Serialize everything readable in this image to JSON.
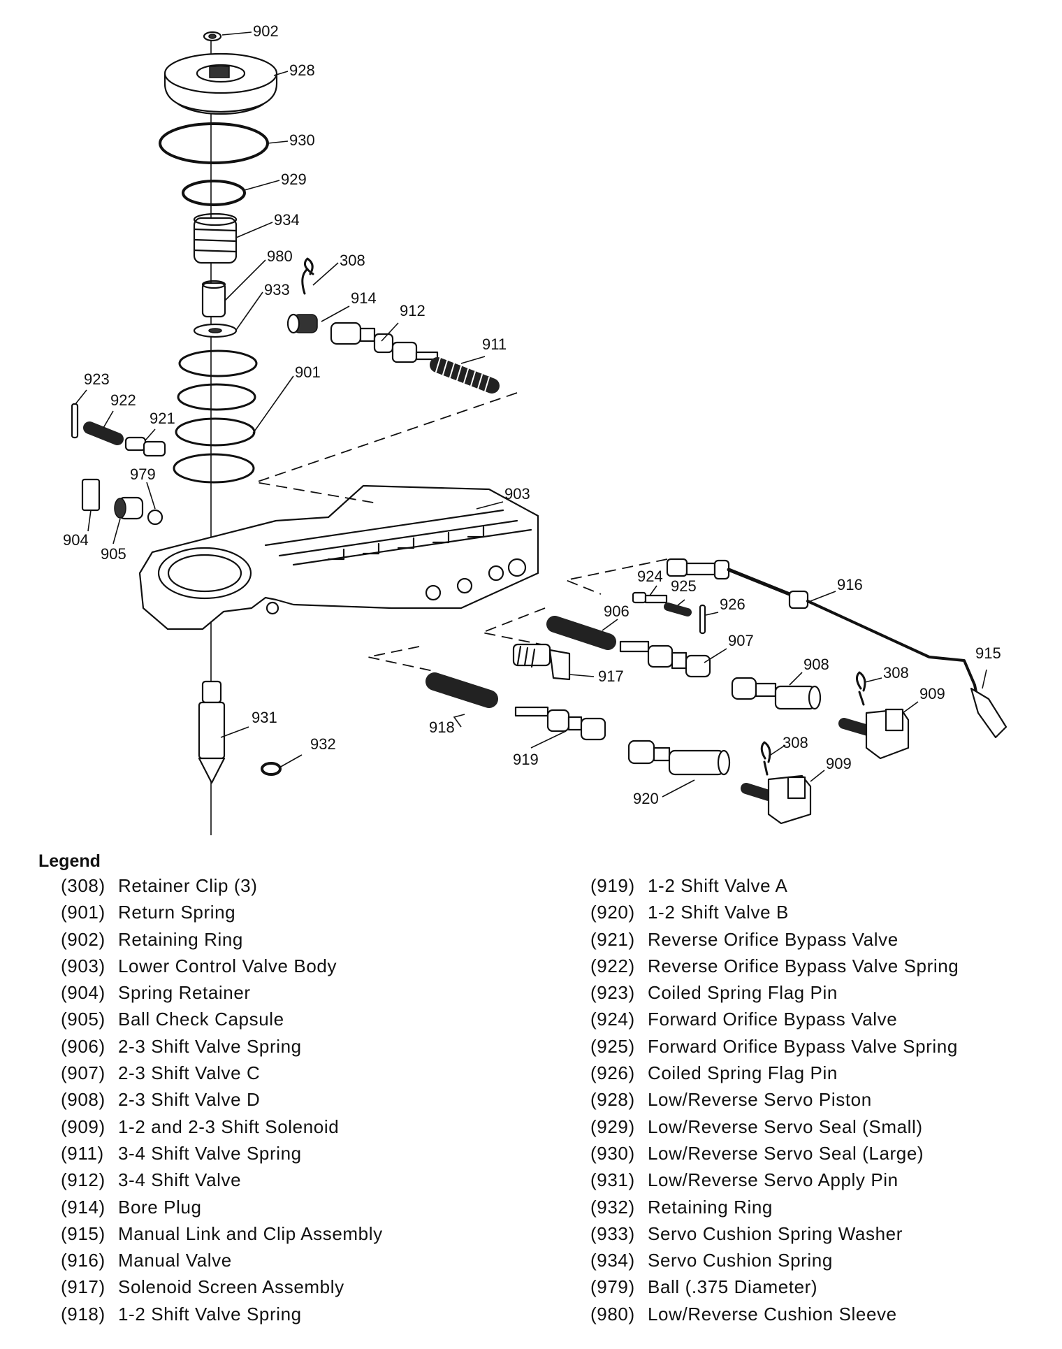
{
  "callouts": [
    "902",
    "928",
    "930",
    "929",
    "934",
    "980",
    "933",
    "901",
    "308",
    "914",
    "912",
    "911",
    "923",
    "922",
    "921",
    "979",
    "903",
    "904",
    "905",
    "924",
    "925",
    "926",
    "916",
    "906",
    "907",
    "917",
    "908",
    "308",
    "909",
    "915",
    "931",
    "932",
    "918",
    "919",
    "308",
    "909",
    "920"
  ],
  "legend": {
    "title": "Legend",
    "left": [
      {
        "num": "(308)",
        "name": "Retainer Clip (3)"
      },
      {
        "num": "(901)",
        "name": "Return Spring"
      },
      {
        "num": "(902)",
        "name": "Retaining Ring"
      },
      {
        "num": "(903)",
        "name": "Lower Control Valve Body"
      },
      {
        "num": "(904)",
        "name": "Spring Retainer"
      },
      {
        "num": "(905)",
        "name": "Ball Check Capsule"
      },
      {
        "num": "(906)",
        "name": "2-3 Shift Valve Spring"
      },
      {
        "num": "(907)",
        "name": "2-3 Shift Valve C"
      },
      {
        "num": "(908)",
        "name": "2-3 Shift Valve D"
      },
      {
        "num": "(909)",
        "name": "1-2 and 2-3 Shift Solenoid"
      },
      {
        "num": "(911)",
        "name": "3-4 Shift Valve Spring"
      },
      {
        "num": "(912)",
        "name": "3-4 Shift Valve"
      },
      {
        "num": "(914)",
        "name": "Bore Plug"
      },
      {
        "num": "(915)",
        "name": "Manual Link and Clip Assembly"
      },
      {
        "num": "(916)",
        "name": "Manual Valve"
      },
      {
        "num": "(917)",
        "name": "Solenoid Screen Assembly"
      },
      {
        "num": "(918)",
        "name": "1-2 Shift Valve Spring"
      }
    ],
    "right": [
      {
        "num": "(919)",
        "name": "1-2 Shift Valve A"
      },
      {
        "num": "(920)",
        "name": "1-2 Shift Valve B"
      },
      {
        "num": "(921)",
        "name": "Reverse Orifice Bypass Valve"
      },
      {
        "num": "(922)",
        "name": "Reverse Orifice Bypass Valve Spring"
      },
      {
        "num": "(923)",
        "name": "Coiled Spring Flag Pin"
      },
      {
        "num": "(924)",
        "name": "Forward Orifice Bypass Valve"
      },
      {
        "num": "(925)",
        "name": "Forward Orifice Bypass Valve Spring"
      },
      {
        "num": "(926)",
        "name": "Coiled Spring Flag Pin"
      },
      {
        "num": "(928)",
        "name": "Low/Reverse Servo Piston"
      },
      {
        "num": "(929)",
        "name": "Low/Reverse Servo Seal (Small)"
      },
      {
        "num": "(930)",
        "name": "Low/Reverse Servo Seal (Large)"
      },
      {
        "num": "(931)",
        "name": "Low/Reverse Servo Apply Pin"
      },
      {
        "num": "(932)",
        "name": "Retaining Ring"
      },
      {
        "num": "(933)",
        "name": "Servo Cushion Spring Washer"
      },
      {
        "num": "(934)",
        "name": "Servo Cushion Spring"
      },
      {
        "num": "(979)",
        "name": "Ball (.375 Diameter)"
      },
      {
        "num": "(980)",
        "name": "Low/Reverse Cushion Sleeve"
      }
    ]
  }
}
